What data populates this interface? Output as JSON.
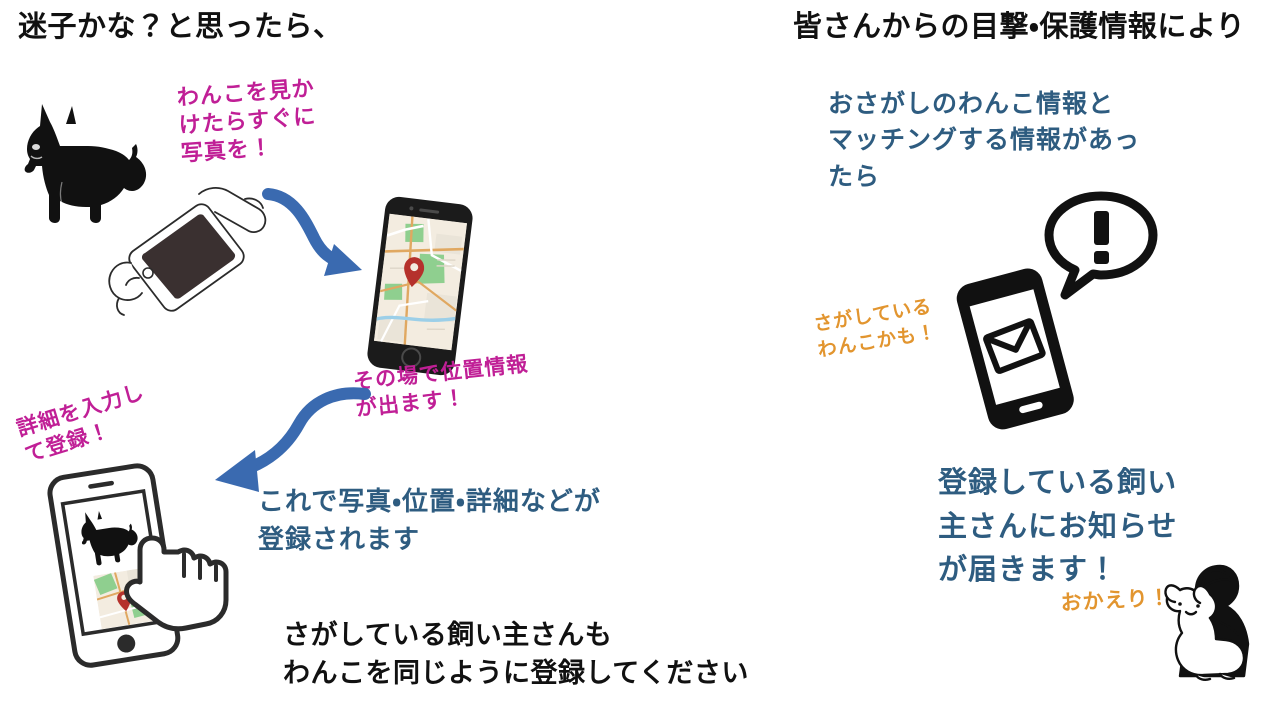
{
  "headers": {
    "left": "迷子かな？と思ったら、",
    "right": "皆さんからの目撃・保護情報により"
  },
  "captions": {
    "photo_note": "わんこを見か\nけたらすぐに\n写真を！",
    "location_note": "その場で位置情報\nが出ます！",
    "detail_note": "詳細を入力し\nて登録！",
    "registered": "これで写真・位置・詳細などが\n登録されます",
    "owner_prompt": "さがしている飼い主さんも\nわんこを同じように登録してください",
    "match_info": "おさがしのわんこ情報と\nマッチングする情報があっ\nたら",
    "maybe_note": "さがしている\nわんこかも！",
    "notify": "登録している飼い\n主さんにお知らせ\nが届きます！",
    "welcome_back": "おかえり！"
  },
  "icons": {
    "dog": "dog-silhouette-icon",
    "hand_phone": "hand-holding-phone-icon",
    "map_phone": "phone-map-icon",
    "map_pin": "map-pin-icon",
    "tap_phone": "phone-dog-tap-icon",
    "pointing_hand": "pointing-hand-icon",
    "mail_phone": "phone-envelope-icon",
    "envelope": "envelope-icon",
    "alert_bubble": "exclamation-speech-bubble-icon",
    "hug": "person-hugging-dog-icon",
    "arrow_1": "curved-arrow-down-right-icon",
    "arrow_2": "curved-arrow-down-left-icon"
  },
  "colors": {
    "heading": "#111111",
    "blue_text": "#2e5c80",
    "arrow_blue": "#3a6ab0",
    "magenta": "#c01f96",
    "orange": "#e2952f",
    "map_base": "#f3ece0",
    "map_green": "#8fcf8f",
    "map_road": "#e0a861",
    "map_river": "#9ccfe8",
    "pin_red": "#b5312c",
    "ink": "#1a1a1a"
  }
}
